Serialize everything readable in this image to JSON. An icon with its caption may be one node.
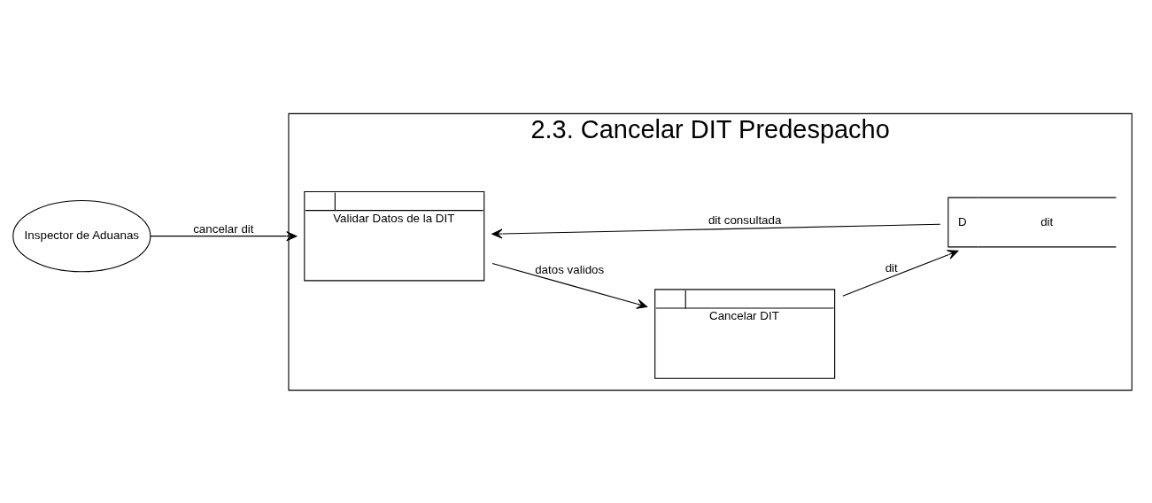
{
  "diagram": {
    "nodes": [
      {
        "text": [
          "2.3. Cancelar DIT Predespacho"
        ]
      },
      {
        "text": [
          "Inspector de Aduanas"
        ]
      },
      {
        "text": [
          "Validar Datos de la DIT"
        ],
        "in": 0
      },
      {
        "text": [
          "Cancelar DIT"
        ],
        "in": 0
      },
      {
        "text": [
          "D",
          "dit"
        ],
        "in": 0
      }
    ],
    "edges": [
      {
        "from": 1,
        "to": 2,
        "arrow": "to",
        "label": "cancelar dit"
      },
      {
        "from": 2,
        "to": 3,
        "arrow": "to",
        "label": "datos validos"
      },
      {
        "from": 3,
        "to": 4,
        "arrow": "to",
        "label": "dit"
      },
      {
        "from": 4,
        "to": 2,
        "arrow": "to",
        "label": "dit consultada"
      }
    ]
  }
}
